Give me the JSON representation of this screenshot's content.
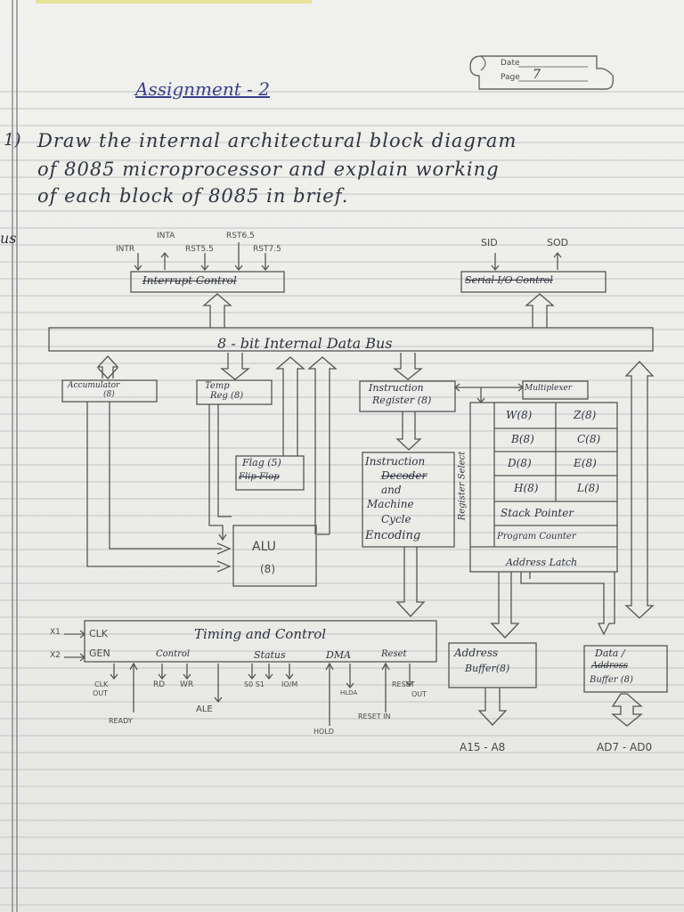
{
  "header": {
    "date_label": "Date",
    "page_label": "Page",
    "page_number": "7",
    "title": "Assignment - 2"
  },
  "question": {
    "number": "1)",
    "line1": "Draw  the  internal  architectural  block  diagram",
    "line2": "of  8085  microprocessor  and  explain  working",
    "line3": "of  each  block  of  8085  in  brief."
  },
  "margin_note": "us",
  "diagram": {
    "interrupt_signals": [
      "INTR",
      "INTA",
      "RST5.5",
      "RST6.5",
      "RST7.5"
    ],
    "interrupt_control": "Interrupt Control",
    "serial_signals": [
      "SID",
      "SOD"
    ],
    "serial_control": "Serial I/O Control",
    "data_bus": "8 - bit  Internal  Data  Bus",
    "accumulator": [
      "Accumulator",
      "(8)"
    ],
    "temp_reg": [
      "Temp",
      "Reg (8)"
    ],
    "instruction_register": [
      "Instruction",
      "Register (8)"
    ],
    "multiplexer": "Multiplexer",
    "flag": [
      "Flag (5)",
      "Flip-Flop"
    ],
    "alu": [
      "ALU",
      "(8)"
    ],
    "decoder": [
      "Instruction",
      "Decoder",
      "and",
      "Machine",
      "Cycle",
      "Encoding"
    ],
    "register_select": "Register  Select",
    "registers": {
      "W": "W(8)",
      "Z": "Z(8)",
      "B": "B(8)",
      "C": "C(8)",
      "D": "D(8)",
      "E": "E(8)",
      "H": "H(8)",
      "L": "L(8)",
      "sp": "Stack Pointer",
      "pc": "Program Counter",
      "latch": "Address Latch"
    },
    "timing_control": "Timing  and  Control",
    "x1": "X1",
    "x2": "X2",
    "clk": "CLK",
    "gen": "GEN",
    "control_group": "Control",
    "status_group": "Status",
    "dma_group": "DMA",
    "reset_group": "Reset",
    "clk_out": [
      "CLK",
      "OUT"
    ],
    "rd": "RD",
    "wr": "WR",
    "ale": "ALE",
    "ready": "READY",
    "s0_s1": "S0 S1",
    "io_m": "IO/M",
    "hlda": "HLDA",
    "hold": "HOLD",
    "reset_out": [
      "RESET",
      "OUT"
    ],
    "reset_in": "RESET IN",
    "address_buffer": [
      "Address",
      "Buffer(8)"
    ],
    "data_address_buffer": [
      "Data /",
      "Address",
      "Buffer (8)"
    ],
    "addr_out": "A15 - A8",
    "data_out": "AD7 - AD0"
  }
}
